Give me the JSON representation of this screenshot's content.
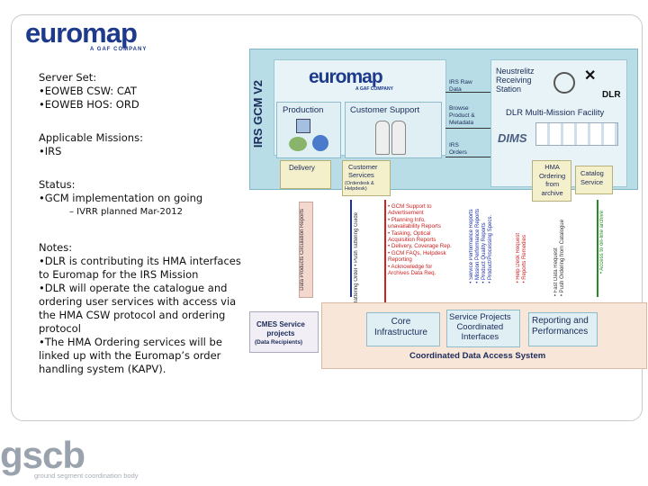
{
  "header": {
    "logo_main": "euromap",
    "logo_sub": "A GAF COMPANY"
  },
  "left_panel": {
    "server_set_title": "Server Set:",
    "server_set_items": [
      "•EOWEB CSW: CAT",
      "•EOWEB HOS: ORD"
    ],
    "missions_title": "Applicable Missions:",
    "missions_items": [
      "•IRS"
    ],
    "status_title": "Status:",
    "status_items": [
      "•GCM implementation on going"
    ],
    "status_sub": "–        IVRR planned Mar-2012",
    "notes_title": "Notes:",
    "notes_lines": [
      "•DLR is contributing its HMA interfaces",
      "to Euromap for the IRS Mission",
      "•DLR will operate the catalogue and",
      "ordering user services with access via",
      "the HMA CSW protocol and ordering",
      "protocol",
      "•The HMA Ordering services will be",
      "linked up with the Euromap’s order",
      "handling system (KAPV)."
    ]
  },
  "diagram": {
    "gcm_title": "IRS GCM V2",
    "logo_main": "euromap",
    "logo_sub": "A GAF COMPANY",
    "production": "Production",
    "customer_support": "Customer Support",
    "irs_raw_data": [
      "IRS Raw",
      "Data"
    ],
    "browse_product": [
      "Browse",
      "Product &",
      "Metadata"
    ],
    "irs_orders": [
      "IRS",
      "Orders"
    ],
    "neustrelitz": [
      "Neustrelitz",
      "Receiving",
      "Station"
    ],
    "dlr": "DLR",
    "dlr_facility": "DLR Multi-Mission Facility",
    "dims": "DIMS",
    "delivery": "Delivery",
    "customer_services": [
      "Customer",
      "Services"
    ],
    "customer_services_sub": [
      "(Orderdesk &",
      "Helpdesk)"
    ],
    "hma_ordering": [
      "HMA",
      "Ordering",
      "from",
      "archive"
    ],
    "catalog_service": [
      "Catalog",
      "Service"
    ],
    "date_products": "Data Products Circulation Reports",
    "order_stmt": [
      "• (P)P Order Tattering Order",
      "• Push Tattering Guide"
    ],
    "gcm_support": [
      "• GCM Support to",
      "  Advertisement",
      "• Planning Info,",
      "  unavailability Reports",
      "• Tasking, Optical",
      "  Acquisition Reports",
      "• Delivery, Coverage Rep.",
      "• GCM FAQs, Helpdesk",
      "  Reporting",
      "• Acknowledge for",
      "  Archives Data Req."
    ],
    "service_perf": [
      "• Service Performance Reports",
      "• Mission Performance Reports",
      "• Product Quality Reports",
      "• Product/Processing Specs."
    ],
    "help_desk": [
      "• Help Desk Request",
      "• Reports Remedies"
    ],
    "fast_data": [
      "• Fast Data Request",
      "• Push Ordering from Catalogue"
    ],
    "access": "• Access to on-line archive",
    "cmes": [
      "CMES Service",
      "projects"
    ],
    "cmes_sub": "(Data Recipients)",
    "core_infra": [
      "Core",
      "Infrastructure"
    ],
    "service_projects": [
      "Service Projects",
      "Coordinated",
      "Interfaces"
    ],
    "reporting": [
      "Reporting and",
      "Performances"
    ],
    "cdas": "Coordinated Data Access System"
  },
  "footer": {
    "gscb_logo": "gscb",
    "gscb_sub": "ground segment coordination body"
  },
  "colors": {
    "euromap_blue": "#1e3a8c",
    "gcm_bg": "#b8dde7",
    "box_fill": "#dfeff4",
    "cdas_bg": "#f8e6d9",
    "arrow_red": "#cc2222",
    "arrow_blue": "#1a2fa8",
    "arrow_green": "#2a8a2a"
  }
}
